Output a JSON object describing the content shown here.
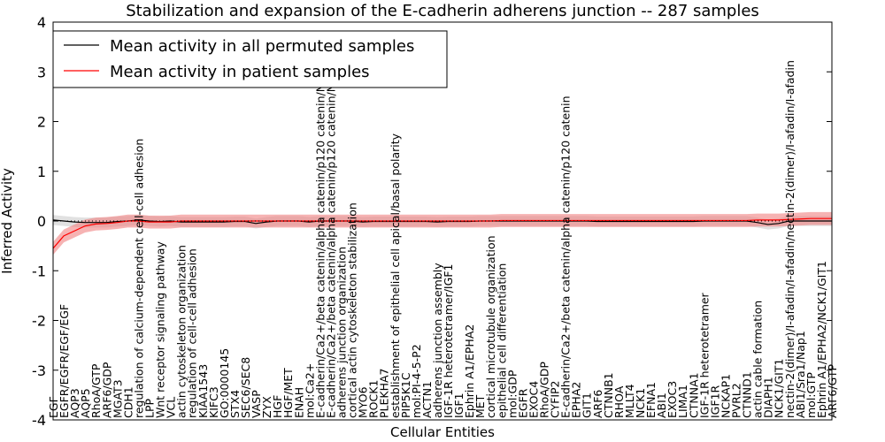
{
  "chart_data": {
    "type": "line",
    "title": "Stabilization and expansion of the E-cadherin adherens junction -- 287 samples",
    "xlabel": "Cellular Entities",
    "ylabel": "Inferred Activity",
    "ylim": [
      -4,
      4
    ],
    "yticks": [
      "-4",
      "-3",
      "-2",
      "-1",
      "0",
      "1",
      "2",
      "3",
      "4"
    ],
    "legend_position": "top-left",
    "categories": [
      "EGF",
      "EGFR/EGFR/EGF/EGF",
      "AQP3",
      "AQP5",
      "RhoA/GTP",
      "ARF6/GDP",
      "MGAT3",
      "CDH1",
      "regulation of calcium-dependent cell-cell adhesion",
      "LPP",
      "Wnt receptor signaling pathway",
      "VCL",
      "actin cytoskeleton organization",
      "regulation of cell-cell adhesion",
      "KIAA1543",
      "KIFC3",
      "GO:0000145",
      "STX4",
      "SEC6/SEC8",
      "VASP",
      "ZYX",
      "HGF",
      "HGF/MET",
      "ENAH",
      "mol:Ca2+",
      "E-cadherin/Ca2+/beta catenin/alpha catenin/p120 catenin/N",
      "E-cadherin/Ca2+/beta catenin/alpha catenin/p120 catenin/N",
      "adherens junction organization",
      "cortical actin cytoskeleton stabilization",
      "MYO6",
      "ROCK1",
      "PLEKHA7",
      "establishment of epithelial cell apical/basal polarity",
      "PIP5K1C",
      "mol:PI-4-5-P2",
      "ACTN1",
      "adherens junction assembly",
      "IGF-1R heterotetramer/IGF1",
      "IGF1",
      "Ephrin A1/EPHA2",
      "MET",
      "cortical microtubule organization",
      "epithelial cell differentiation",
      "mol:GDP",
      "EGFR",
      "EXOC4",
      "RhoA/GDP",
      "CYFIP2",
      "E-cadherin/Ca2+/beta catenin/alpha catenin/p120 catenin",
      "EPHA2",
      "GIT1",
      "ARF6",
      "CTNNB1",
      "RHOA",
      "MLLT4",
      "NCK1",
      "EFNA1",
      "ABI1",
      "EXOC3",
      "LIMA1",
      "CTNNA1",
      "IGF-1R heterotetramer",
      "IGF1R",
      "NCKAP1",
      "PVRL2",
      "CTNND1",
      "actin cable formation",
      "DIAPH1",
      "NCK1/GIT1",
      "nectin-2(dimer)/I-afadin/I-afadin/nectin-2(dimer)/I-afadin/I-afadin",
      "ABI1/Sra1/Nap1",
      "mol:GTP",
      "Ephrin A1/EPHA2/NCK1/GIT1",
      "ARF6/GTP"
    ],
    "series": [
      {
        "name": "Mean activity in all permuted samples",
        "color": "#000000",
        "band_color": "#d9d9d9",
        "spread": 0.1,
        "values": [
          0.02,
          0.0,
          -0.02,
          -0.03,
          -0.03,
          -0.03,
          -0.01,
          0.0,
          0.02,
          0.0,
          -0.01,
          0.0,
          -0.02,
          -0.02,
          -0.02,
          -0.02,
          -0.02,
          -0.01,
          -0.01,
          -0.05,
          -0.02,
          0.0,
          0.0,
          0.0,
          -0.02,
          0.0,
          0.0,
          0.0,
          0.0,
          -0.02,
          -0.01,
          -0.01,
          -0.01,
          -0.01,
          -0.01,
          -0.01,
          -0.02,
          -0.01,
          -0.01,
          -0.01,
          0.0,
          0.0,
          0.0,
          0.0,
          0.0,
          0.0,
          0.0,
          0.0,
          0.0,
          0.0,
          0.0,
          -0.01,
          -0.01,
          -0.01,
          -0.01,
          -0.01,
          -0.01,
          -0.01,
          -0.01,
          -0.01,
          -0.01,
          0.0,
          0.0,
          0.0,
          0.0,
          0.0,
          -0.03,
          -0.07,
          -0.05,
          0.0,
          0.0,
          0.0,
          0.0,
          0.0
        ]
      },
      {
        "name": "Mean activity in patient samples",
        "color": "#ff0000",
        "band_color": "#f08080",
        "spread": 0.13,
        "values": [
          -0.55,
          -0.3,
          -0.2,
          -0.1,
          -0.06,
          -0.05,
          -0.03,
          0.0,
          0.0,
          -0.02,
          -0.02,
          -0.02,
          0.0,
          0.0,
          0.0,
          0.0,
          0.0,
          0.0,
          0.0,
          0.0,
          0.0,
          0.0,
          0.0,
          0.0,
          0.0,
          0.0,
          0.0,
          0.0,
          0.0,
          0.0,
          0.0,
          0.0,
          0.0,
          0.0,
          0.0,
          0.0,
          0.0,
          0.0,
          0.0,
          0.0,
          0.0,
          0.0,
          0.01,
          0.01,
          0.01,
          0.01,
          0.01,
          0.01,
          0.01,
          0.01,
          0.01,
          0.01,
          0.01,
          0.01,
          0.01,
          0.01,
          0.01,
          0.01,
          0.01,
          0.01,
          0.01,
          0.01,
          0.01,
          0.01,
          0.01,
          0.01,
          0.02,
          0.02,
          0.02,
          0.03,
          0.04,
          0.05,
          0.05,
          0.05
        ]
      }
    ]
  }
}
